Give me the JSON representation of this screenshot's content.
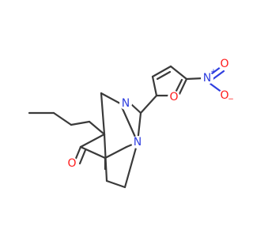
{
  "molecule": {
    "atoms": {
      "n_bridge_top": "N",
      "n_bridge_right": "N",
      "o_ketone": "O",
      "o_furan": "O",
      "n_nitro": "N",
      "o_nitro_top": "O",
      "o_nitro_bottom": "O"
    },
    "charges": {
      "n_nitro": "+",
      "o_nitro_bottom": "−"
    }
  }
}
